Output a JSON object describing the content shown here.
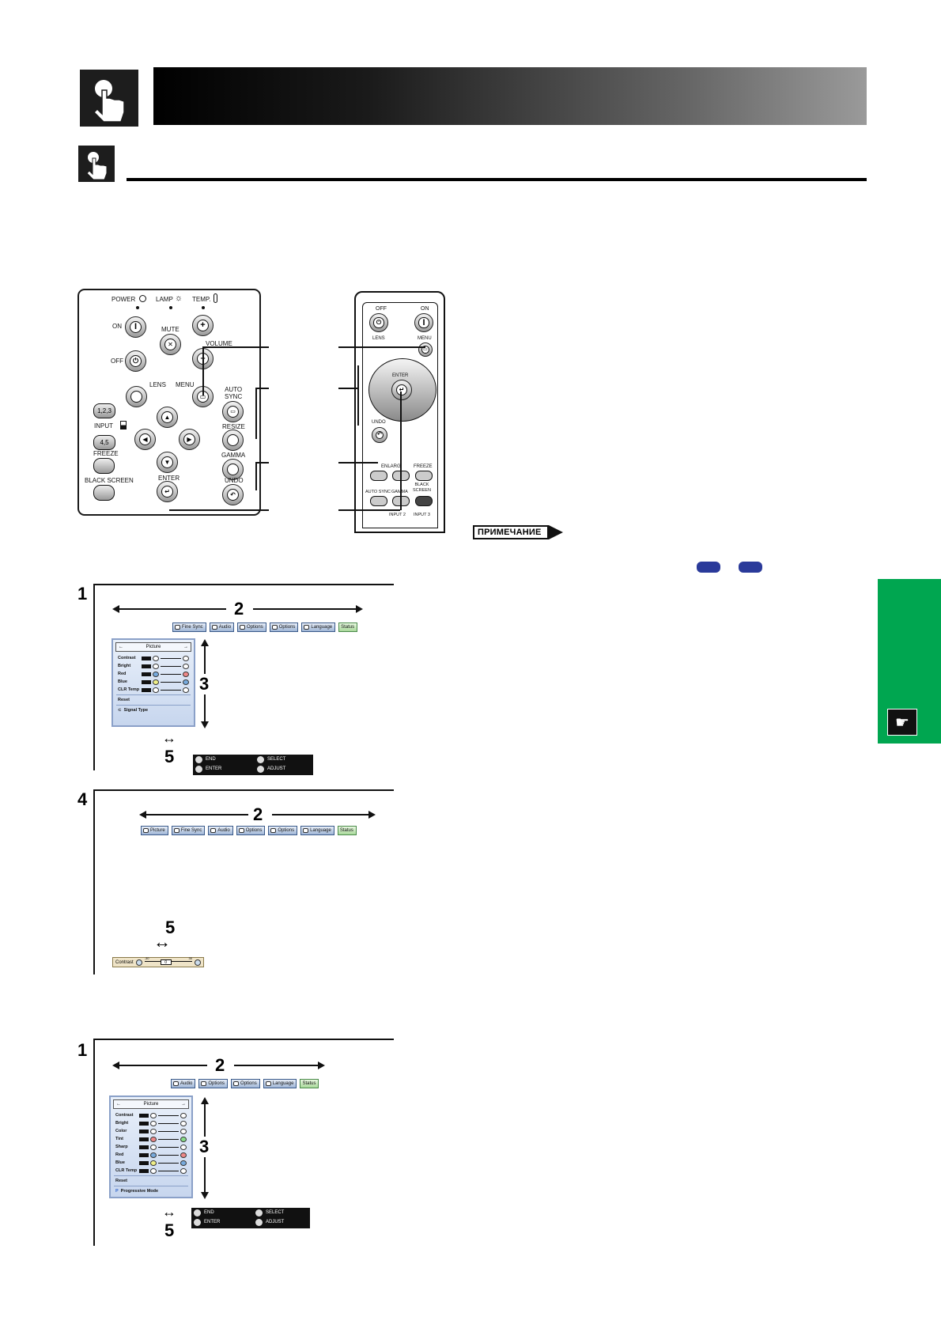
{
  "header": {
    "icon": "hand-pointer-icon",
    "section_icon": "hand-pointer-icon"
  },
  "projector_panel": {
    "power_label": "POWER",
    "lamp_label": "LAMP",
    "temp_label": "TEMP.",
    "on_label": "ON",
    "off_label": "OFF",
    "mute_label": "MUTE",
    "volume_label": "VOLUME",
    "lens_label": "LENS",
    "menu_label": "MENU",
    "auto_sync_label": "AUTO\nSYNC",
    "input_label": "INPUT",
    "input_123": "1,2,3",
    "input_45": "4,5",
    "resize_label": "RESIZE",
    "freeze_label": "FREEZE",
    "gamma_label": "GAMMA",
    "black_screen_label": "BLACK SCREEN",
    "enter_label": "ENTER",
    "undo_label": "UNDO"
  },
  "remote": {
    "off_label": "OFF",
    "on_label": "ON",
    "lens_label": "LENS",
    "menu_label": "MENU",
    "enter_label": "ENTER",
    "undo_label": "UNDO",
    "enlarge_label": "ENLARG",
    "freeze_label": "FREEZE",
    "auto_sync_label": "AUTO SYNC",
    "gamma_label": "GAMMA",
    "black_screen_label": "BLACK SCREEN",
    "input2_label": "INPUT 2",
    "input3_label": "INPUT 3"
  },
  "note": {
    "badge": "ПРИМЕЧАНИЕ",
    "accent": "#2a3a9a"
  },
  "side_tab": {
    "color": "#00a650",
    "icon": "hand-pointer-icon"
  },
  "figures": {
    "fig1": {
      "step": "1",
      "arrow_step": "2",
      "vertical_step": "3",
      "horizontal_step": "5",
      "tabs": [
        "Fine Sync",
        "Audio",
        "Options",
        "Options",
        "Language",
        "Status"
      ],
      "menu_title": "Picture",
      "rows": [
        "Contrast",
        "Bright",
        "Red",
        "Blue",
        "CLR Temp"
      ],
      "reset": "Reset",
      "signal_type": "Signal Type",
      "guide": {
        "end": "END",
        "enter": "ENTER",
        "select": "SELECT",
        "adjust": "ADJUST"
      }
    },
    "fig4": {
      "step": "4",
      "arrow_step": "2",
      "horizontal_step": "5",
      "tabs": [
        "Picture",
        "Fine Sync",
        "Audio",
        "Options",
        "Options",
        "Language",
        "Status"
      ],
      "slider": {
        "label": "Contrast",
        "min": "-30",
        "max": "30",
        "value": "0"
      }
    },
    "fig1b": {
      "step": "1",
      "arrow_step": "2",
      "vertical_step": "3",
      "horizontal_step": "5",
      "tabs": [
        "Audio",
        "Options",
        "Options",
        "Language",
        "Status"
      ],
      "menu_title": "Picture",
      "rows": [
        "Contrast",
        "Bright",
        "Color",
        "Tint",
        "Sharp",
        "Red",
        "Blue",
        "CLR Temp"
      ],
      "reset": "Reset",
      "progressive": "Progressive Mode",
      "guide": {
        "end": "END",
        "enter": "ENTER",
        "select": "SELECT",
        "adjust": "ADJUST"
      }
    }
  }
}
